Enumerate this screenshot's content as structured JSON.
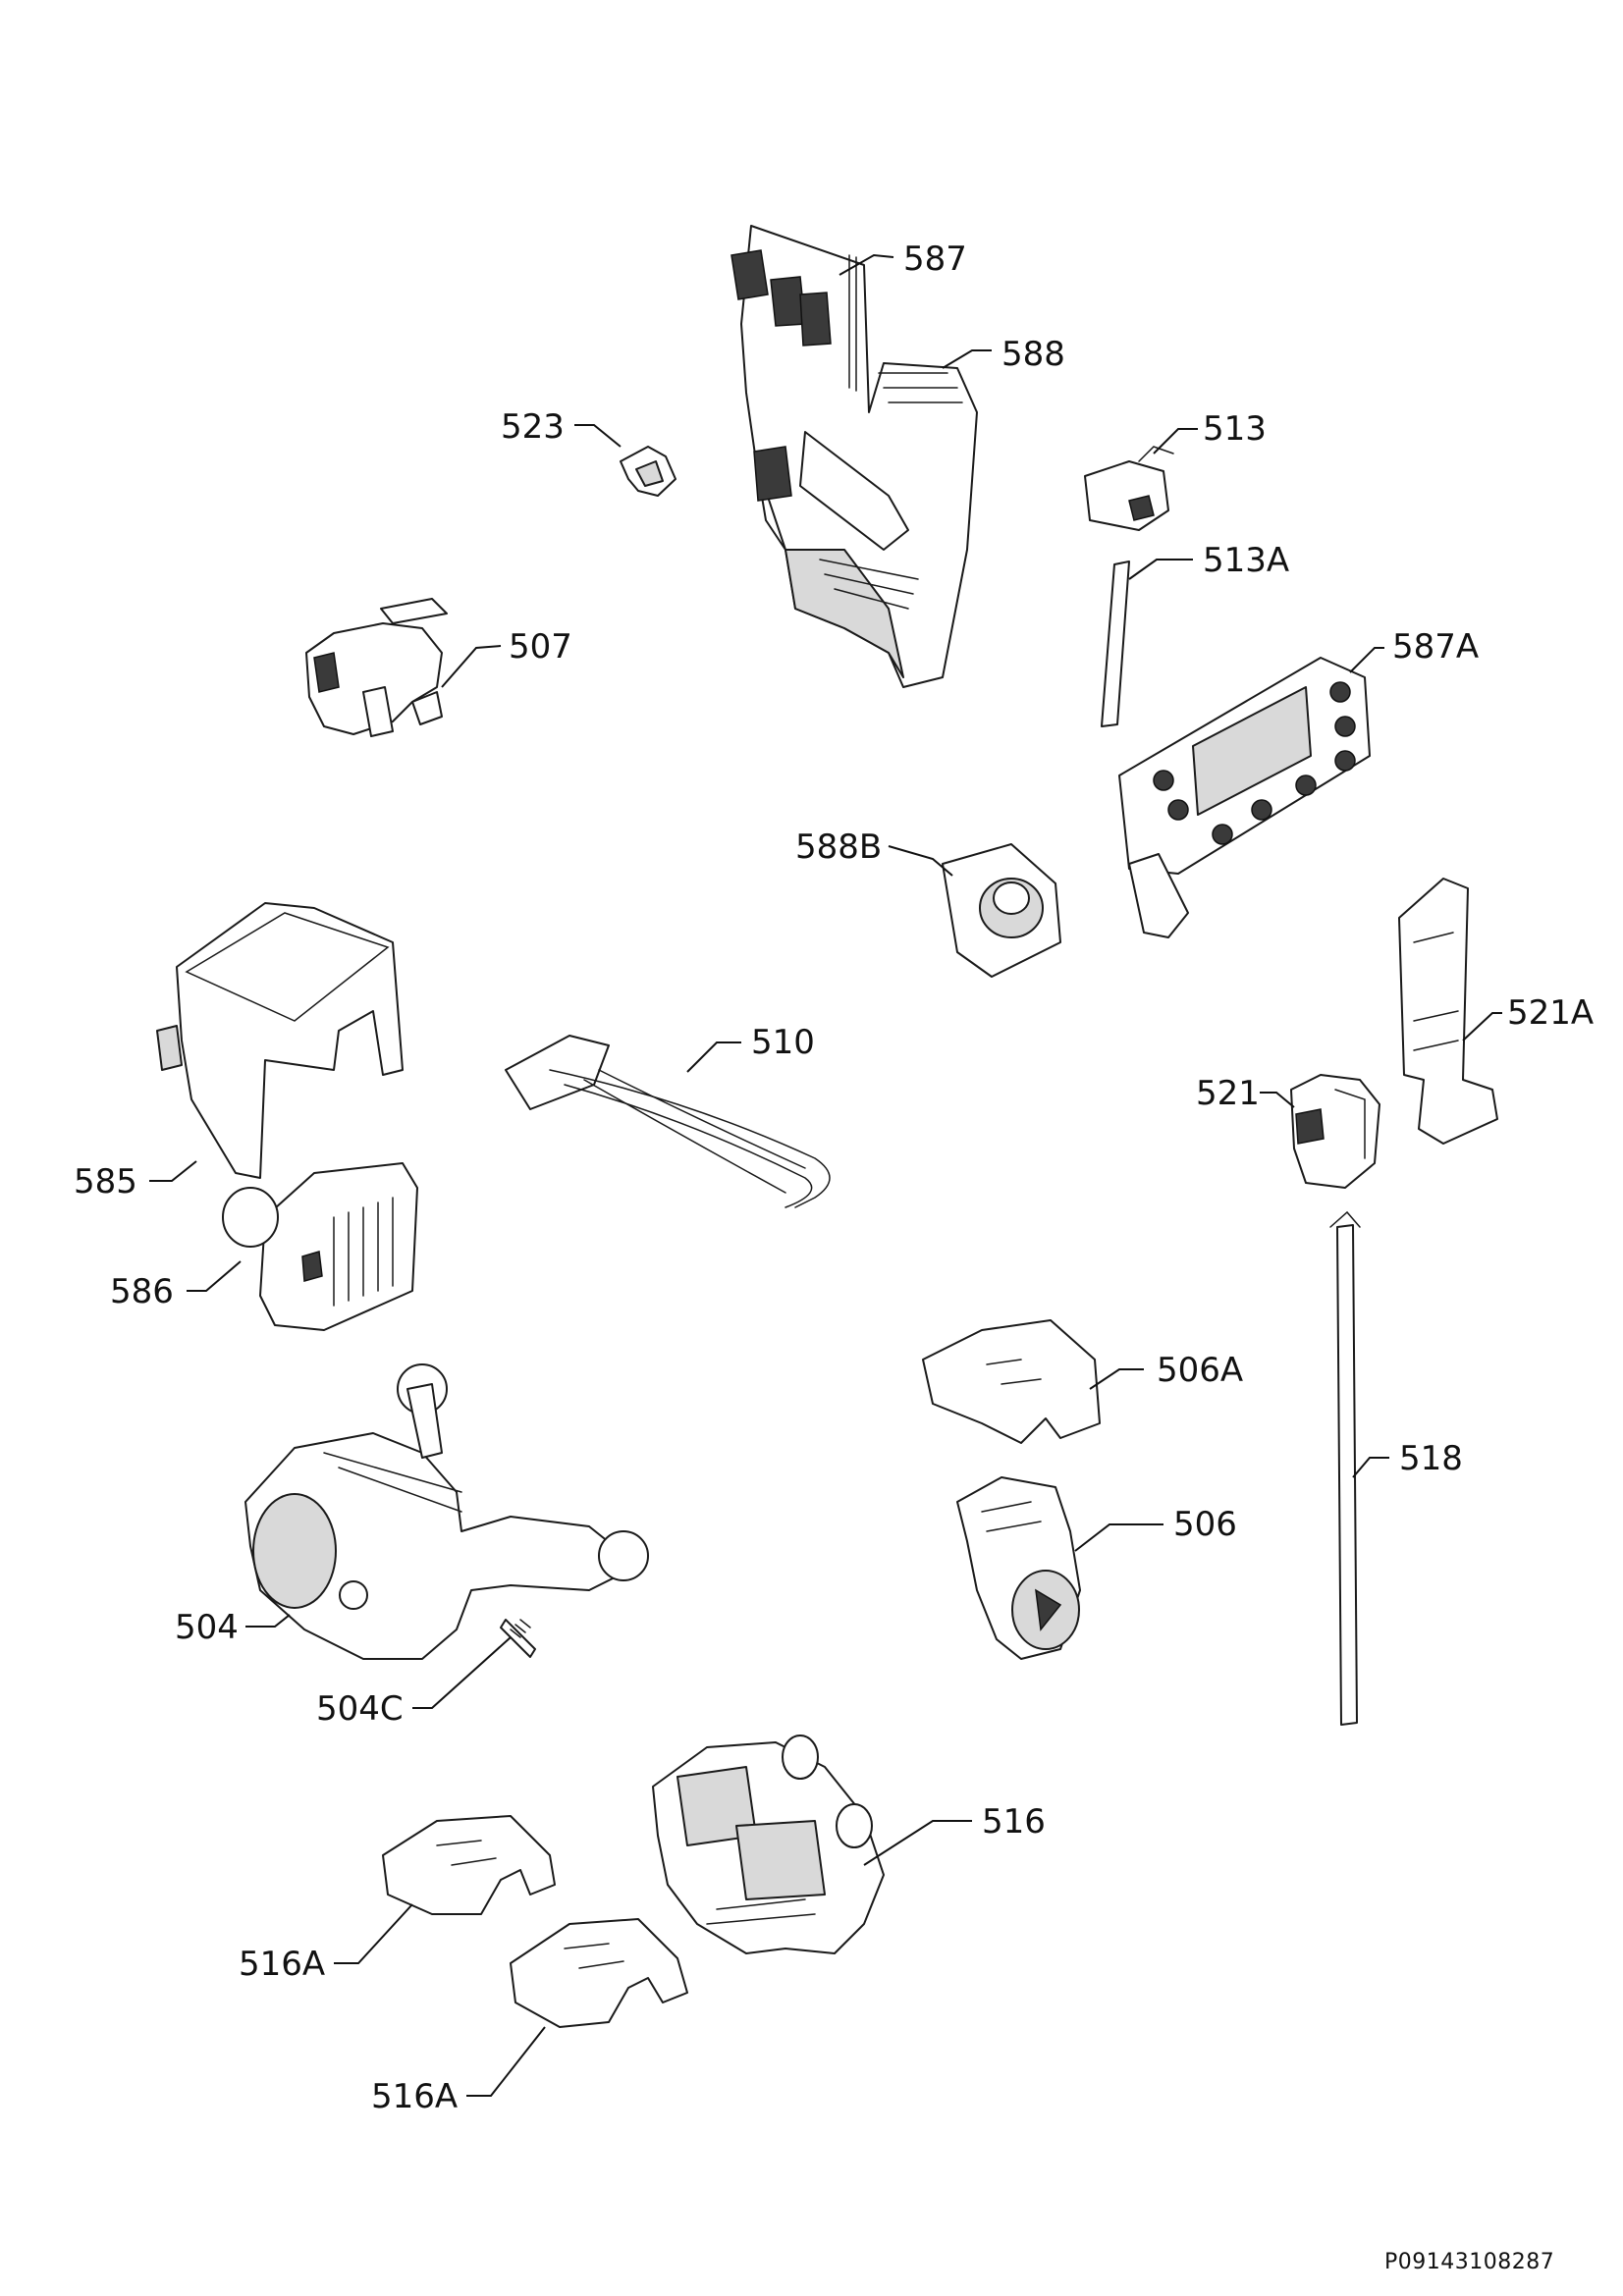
{
  "document_ref": "P09143108287",
  "callouts": {
    "p587": "587",
    "p588": "588",
    "p523": "523",
    "p513": "513",
    "p513A": "513A",
    "p507": "507",
    "p587A": "587A",
    "p588B": "588B",
    "p521A": "521A",
    "p510": "510",
    "p521": "521",
    "p585": "585",
    "p586": "586",
    "p506A": "506A",
    "p518": "518",
    "p506": "506",
    "p504": "504",
    "p504C": "504C",
    "p516": "516",
    "p516A_upper": "516A",
    "p516A_lower": "516A"
  }
}
